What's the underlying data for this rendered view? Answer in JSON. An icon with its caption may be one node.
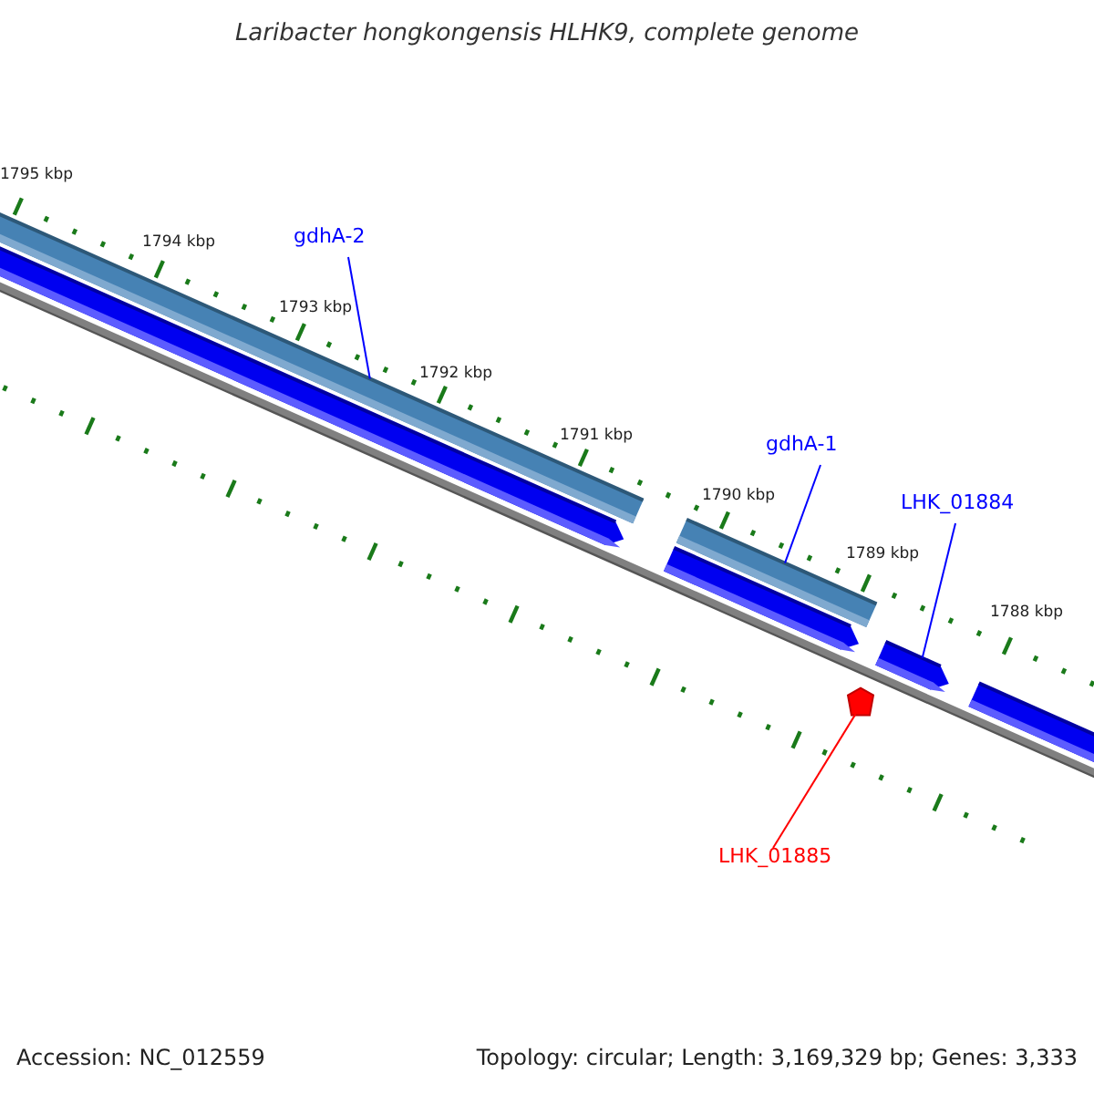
{
  "diagram": {
    "title": "Laribacter hongkongensis HLHK9, complete genome",
    "nodes": [
      {
        "text": [
          "gdhA-2"
        ]
      },
      {
        "text": [],
        "shape": "bar"
      },
      {
        "text": [
          "gdhA-1"
        ]
      },
      {
        "text": [],
        "shape": "bar"
      },
      {
        "text": [
          "LHK_01884"
        ]
      },
      {
        "text": [],
        "shape": "bar"
      },
      {
        "text": [
          "LHK_01885"
        ]
      },
      {
        "text": [],
        "shape": "pentagon"
      }
    ],
    "edges": [
      {
        "from": 0,
        "to": 1,
        "arrow": "none"
      },
      {
        "from": 2,
        "to": 3,
        "arrow": "none"
      },
      {
        "from": 4,
        "to": 5,
        "arrow": "none"
      },
      {
        "from": 6,
        "to": 7,
        "arrow": "none",
        "color": "#ff0000"
      }
    ],
    "labels": [
      "1795 kbp",
      "1794 kbp",
      "1793 kbp",
      "1792 kbp",
      "1791 kbp",
      "1790 kbp",
      "1789 kbp",
      "1788 kbp",
      "Accession: NC_012559",
      "Topology: circular; Length: 3,169,329 bp; Genes: 3,333"
    ]
  }
}
